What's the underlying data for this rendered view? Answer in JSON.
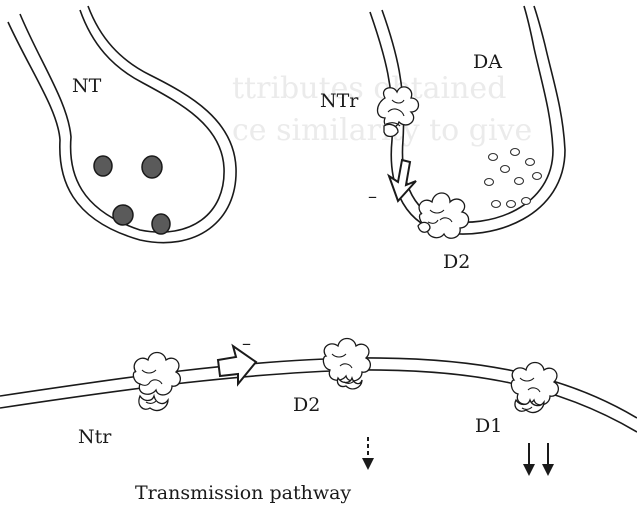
{
  "labels": {
    "nt_terminal": "NT",
    "dopamine": "DA",
    "ntr_top": "NTr",
    "d2_top": "D2",
    "inhibit_top": "–",
    "inhibit_bottom": "–",
    "ntr_bottom": "Ntr",
    "d2_bottom": "D2",
    "d1_bottom": "D1",
    "caption": "Transmission pathway"
  },
  "bleed_through_text": {
    "line1": "ttributes obtained",
    "line2": "ce similarity to give"
  },
  "colors": {
    "ink": "#1a1a1a",
    "vesicle_fill": "#5a5a5a",
    "background": "#ffffff",
    "bleed_through": "#ebebeb"
  }
}
